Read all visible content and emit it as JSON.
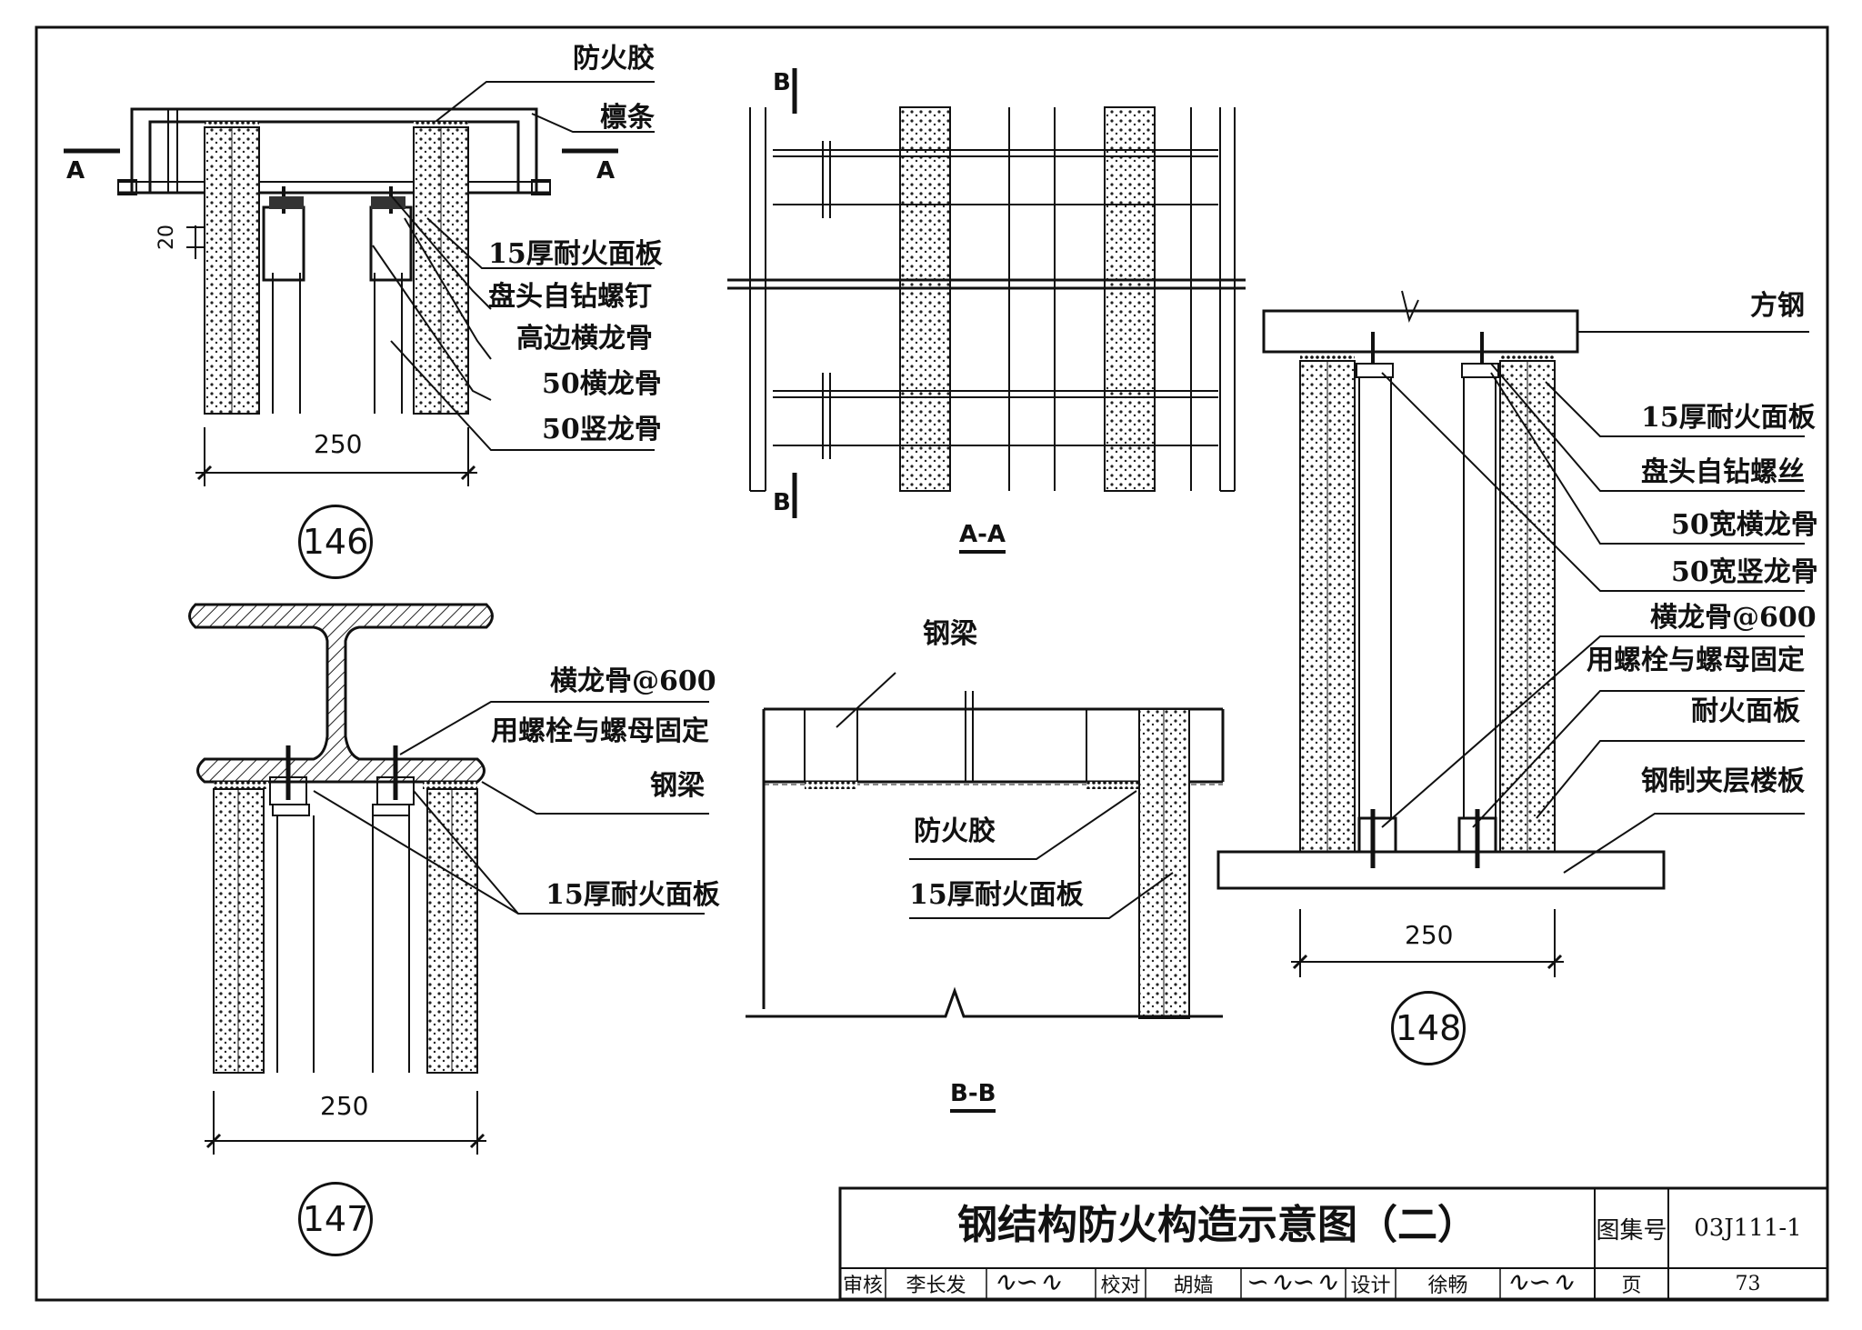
{
  "drawing": {
    "labels_146": {
      "fire_glue": "防火胶",
      "purlin": "檩条",
      "board_15": "15厚耐火面板",
      "screw": "盘头自钻螺钉",
      "high_edge_runner": "高边横龙骨",
      "runner_50": "50横龙骨",
      "stud_50": "50竖龙骨",
      "dim_250": "250",
      "dim_20": "20",
      "section_a_left": "A",
      "section_a_right": "A",
      "detail_no": "146"
    },
    "labels_aa": {
      "title": "A-A",
      "mark_b_top": "B",
      "mark_b_bottom": "B"
    },
    "labels_148": {
      "square_steel": "方钢",
      "board_15": "15厚耐火面板",
      "screw": "盘头自钻螺丝",
      "runner_50w": "50宽横龙骨",
      "stud_50w": "50宽竖龙骨",
      "runner_600": "横龙骨@600",
      "bolt_fix": "用螺栓与螺母固定",
      "fire_board": "耐火面板",
      "mezz_floor": "钢制夹层楼板",
      "dim_250": "250",
      "detail_no": "148"
    },
    "labels_147": {
      "runner_600": "横龙骨@600",
      "bolt_fix": "用螺栓与螺母固定",
      "steel_beam": "钢梁",
      "board_15": "15厚耐火面板",
      "dim_250": "250",
      "detail_no": "147"
    },
    "labels_bb": {
      "steel_beam": "钢梁",
      "fire_glue": "防火胶",
      "board_15": "15厚耐火面板",
      "title": "B-B"
    }
  },
  "title_block": {
    "title": "钢结构防火构造示意图（二）",
    "atlas_label": "图集号",
    "atlas_no": "03J111-1",
    "review_label": "审核",
    "reviewer": "李长发",
    "check_label": "校对",
    "checker": "胡嫱",
    "design_label": "设计",
    "designer": "徐畅",
    "page_label": "页",
    "page_no": "73"
  }
}
